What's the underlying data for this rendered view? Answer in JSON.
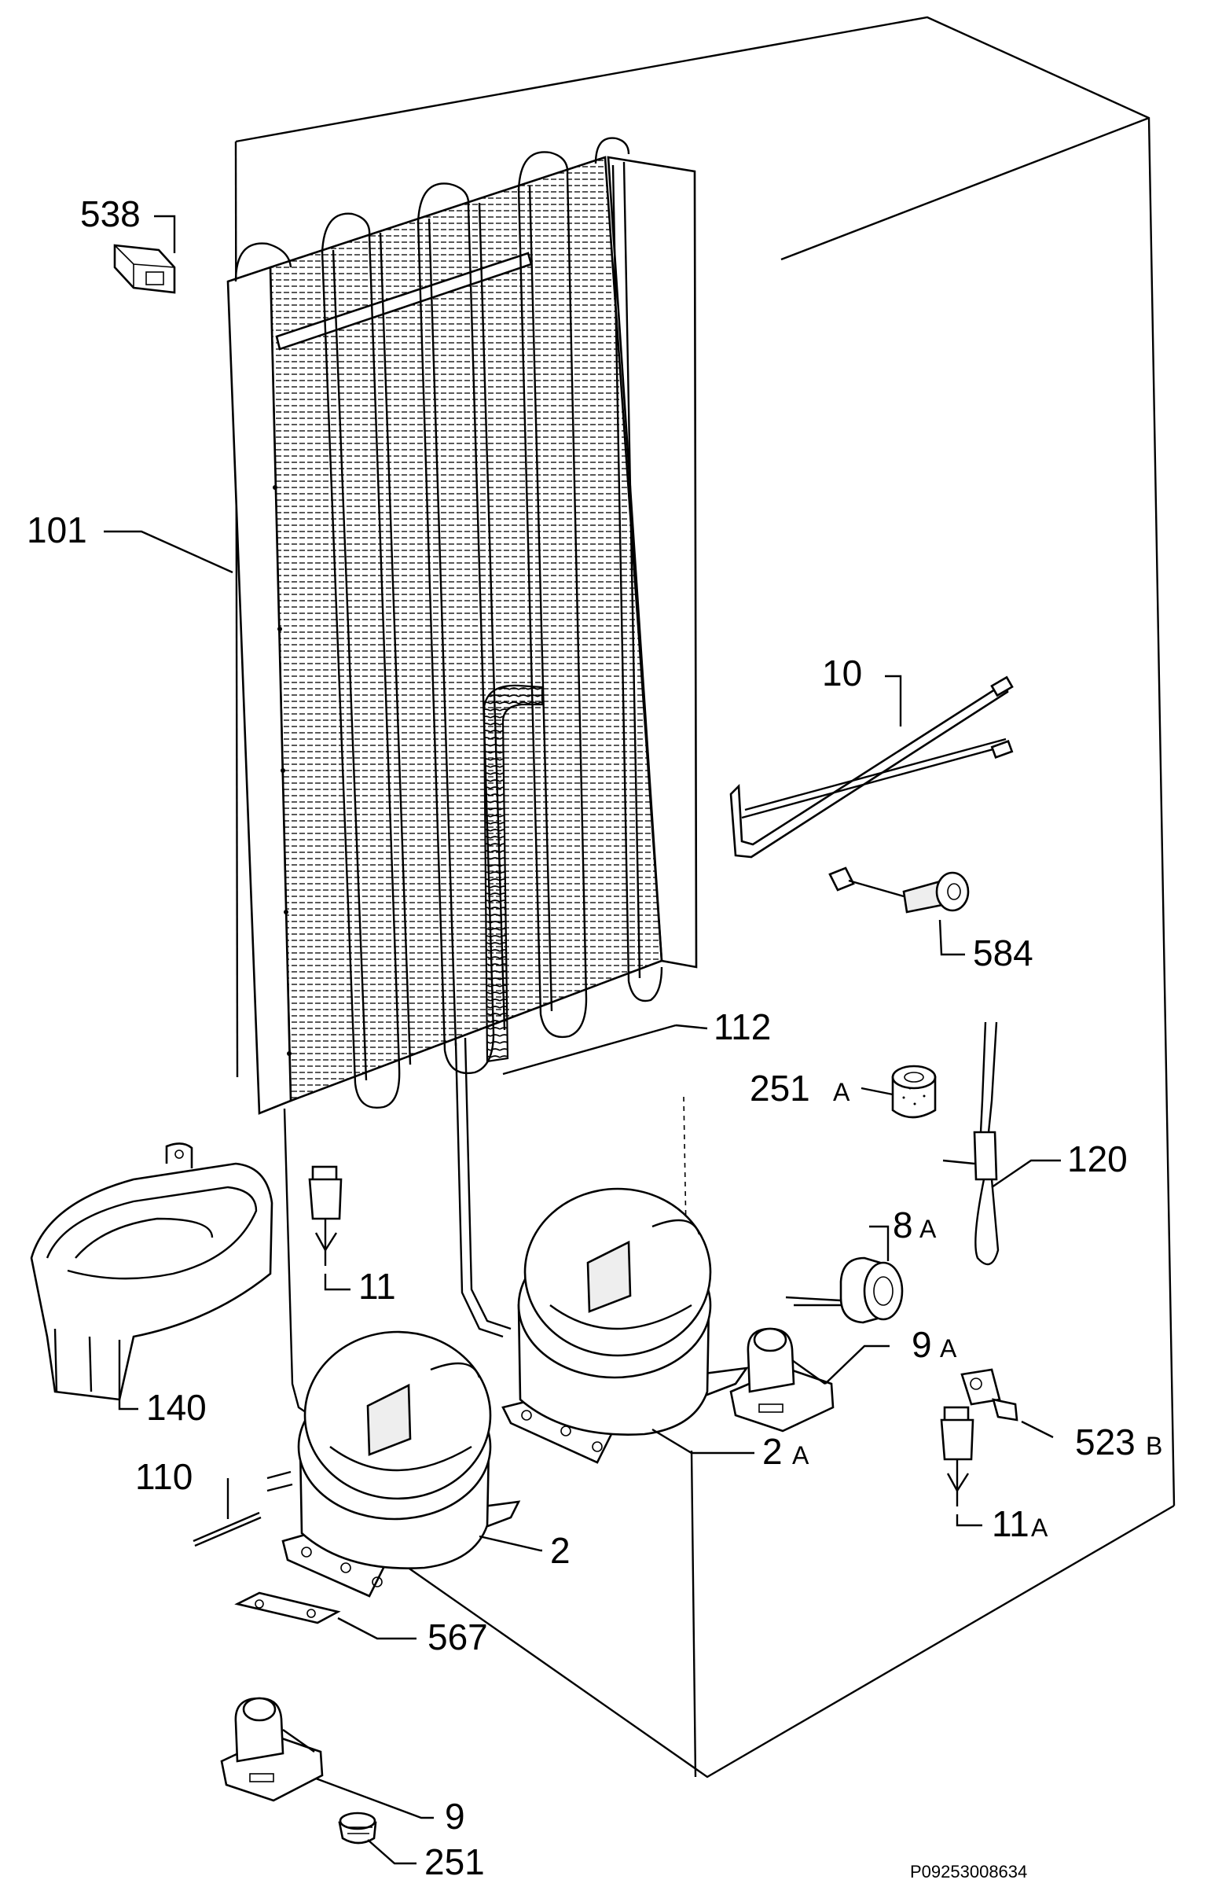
{
  "labels": {
    "p538": "538",
    "p101": "101",
    "p10": "10",
    "p584": "584",
    "p112": "112",
    "p251a": "251",
    "p251a_suffix": "A",
    "p120": "120",
    "p8a": "8",
    "p8a_suffix": "A",
    "p11": "11",
    "p9a": "9",
    "p9a_suffix": "A",
    "p140": "140",
    "p523b": "523",
    "p523b_suffix": "B",
    "p2a": "2",
    "p2a_suffix": "A",
    "p110": "110",
    "p2": "2",
    "p11a": "11",
    "p11a_suffix": "A",
    "p567": "567",
    "p9": "9",
    "p251": "251"
  },
  "drawing_code": "P09253008634"
}
